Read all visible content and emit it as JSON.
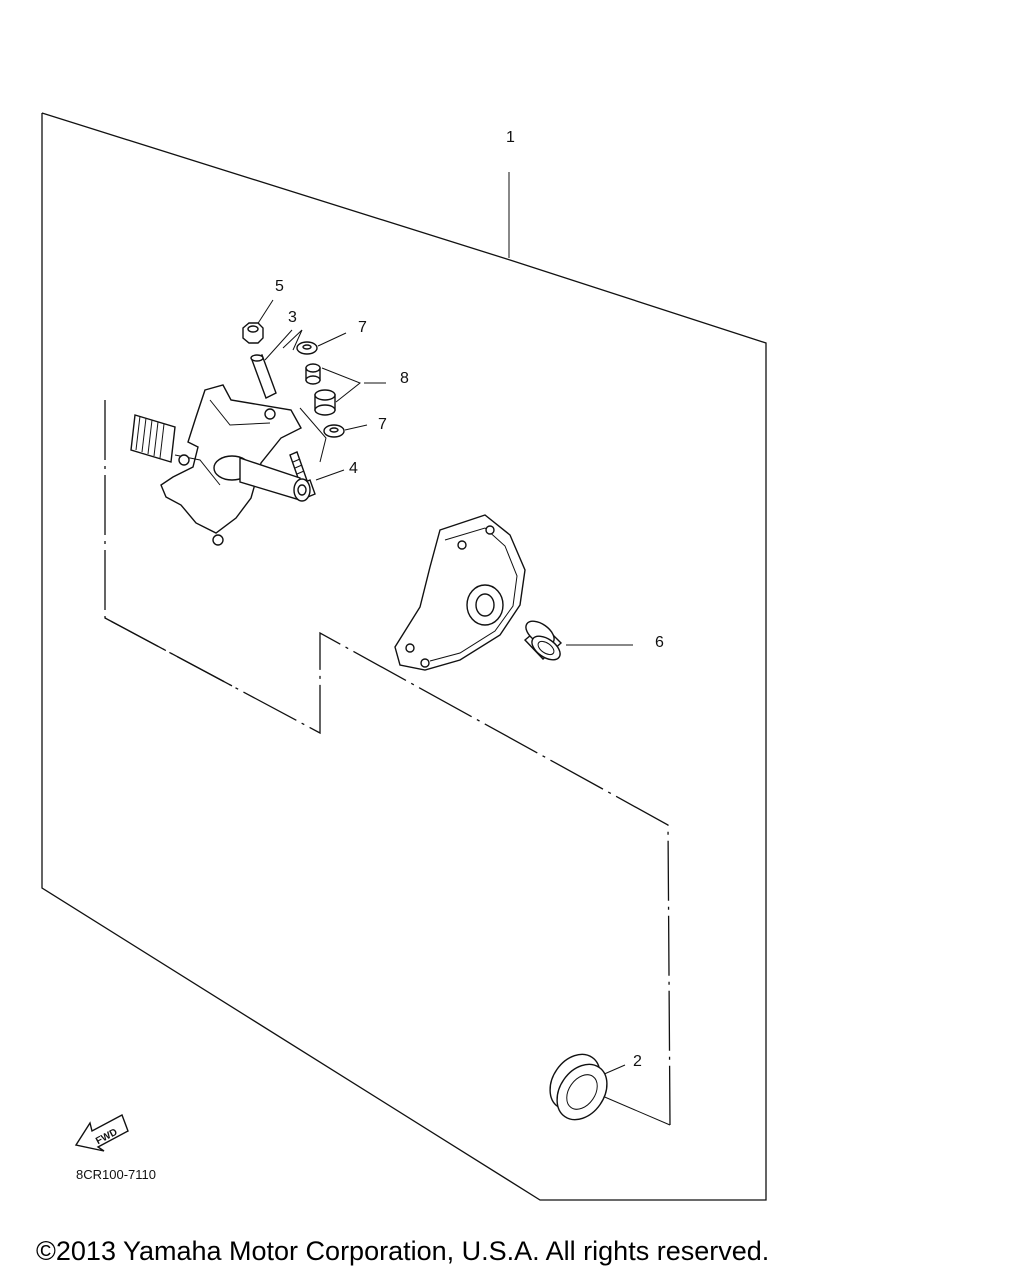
{
  "diagram": {
    "callouts": {
      "c1": "1",
      "c2": "2",
      "c3": "3",
      "c4": "4",
      "c5": "5",
      "c6": "6",
      "c7a": "7",
      "c7b": "7",
      "c8": "8"
    },
    "fwd_label": "FWD",
    "diagram_code": "8CR100-7110"
  },
  "footer": {
    "copyright": "©2013 Yamaha Motor Corporation, U.S.A. All rights reserved."
  }
}
